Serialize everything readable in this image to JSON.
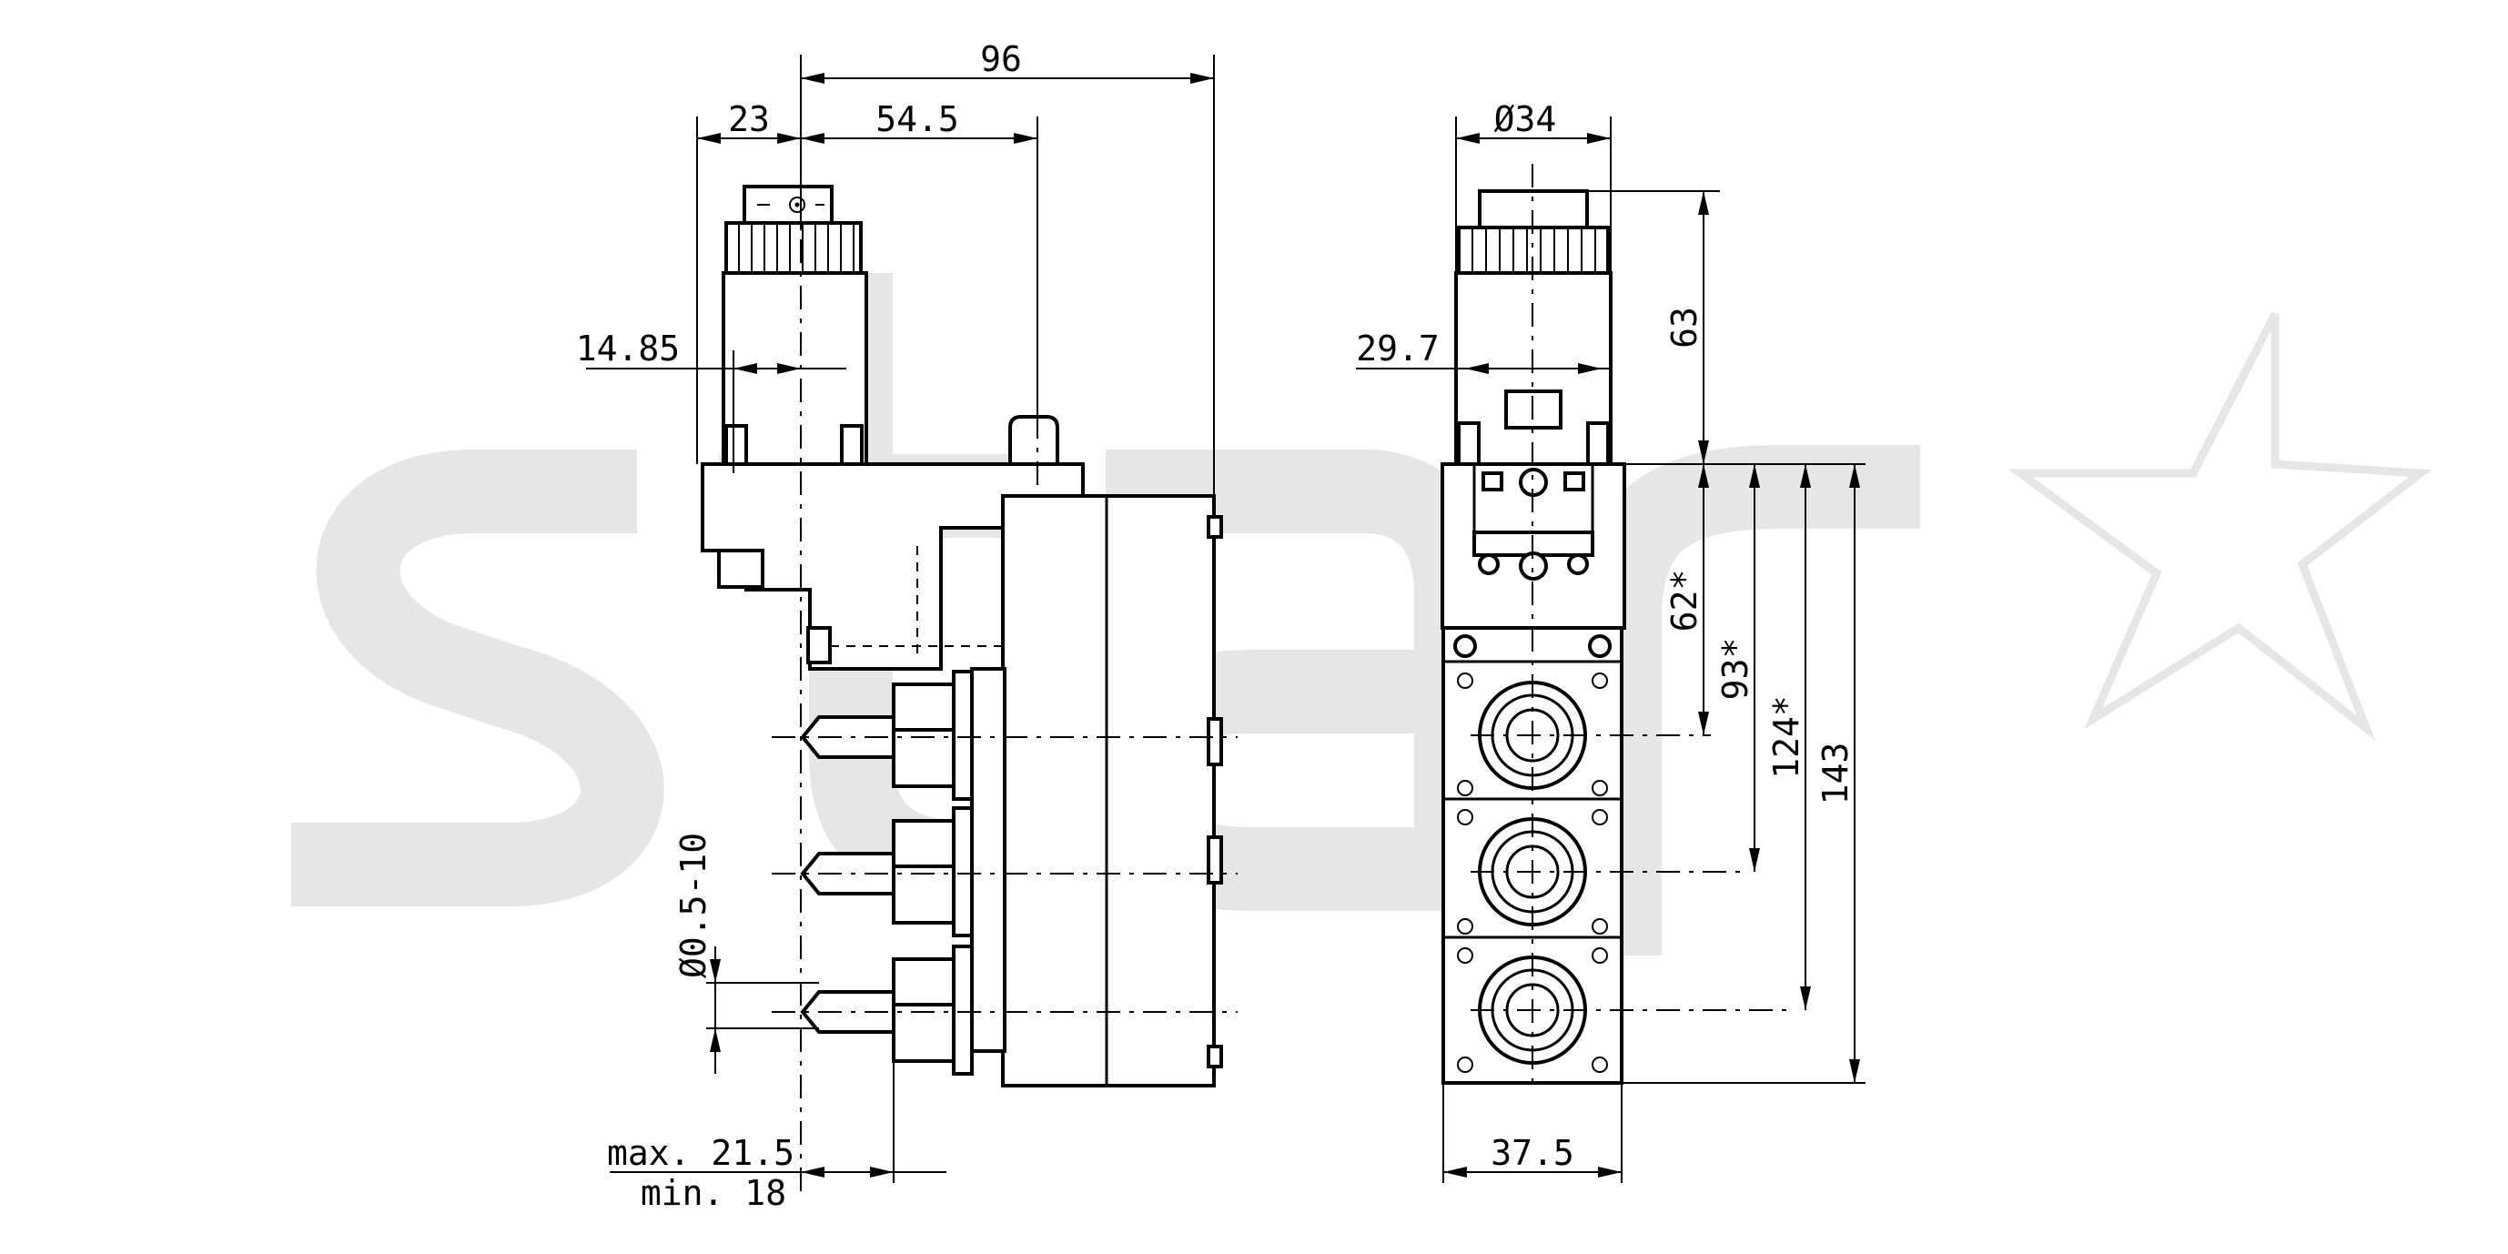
{
  "watermark": {
    "text": "star",
    "color": "#e6e6e6"
  },
  "dimensions": {
    "overall_width": "96",
    "offset_left": "23",
    "to_center": "54.5",
    "side_offset": "14.85",
    "tool_shank": "Ø0.5-10",
    "max_len": "max. 21.5",
    "min_len": "min. 18",
    "diameter": "Ø34",
    "height_top": "63",
    "right_offset": "29.7",
    "h62": "62*",
    "h93": "93*",
    "h124": "124*",
    "h143": "143",
    "body_width": "37.5"
  }
}
